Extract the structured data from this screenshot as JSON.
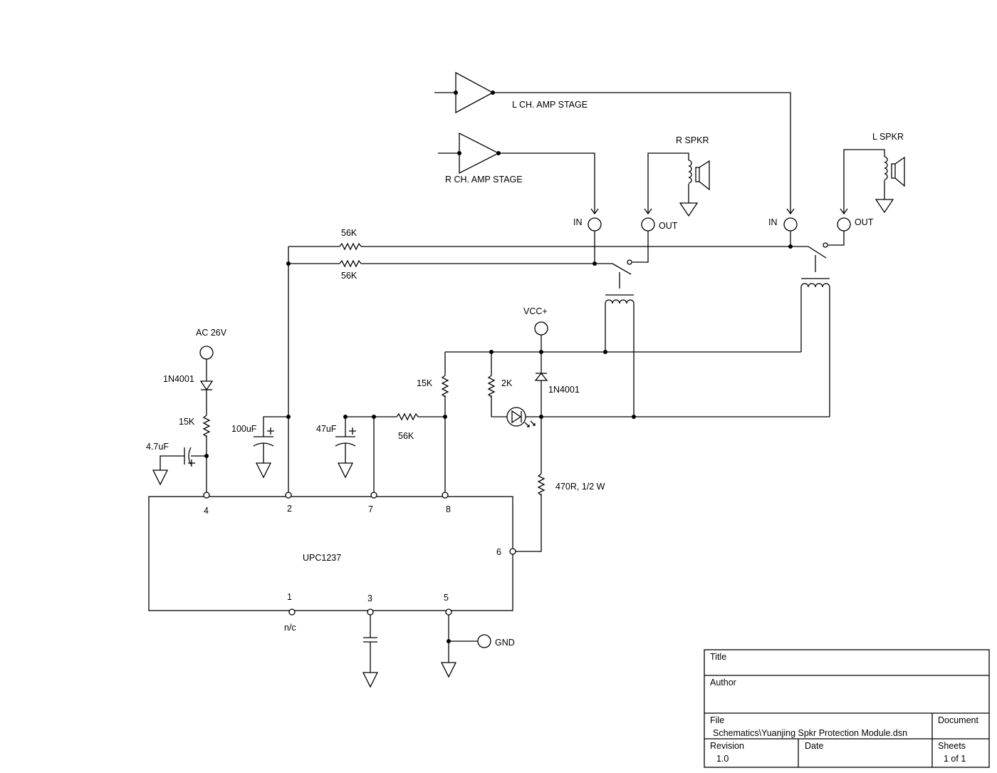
{
  "labels": {
    "l_amp_stage": "L CH. AMP STAGE",
    "r_amp_stage": "R CH. AMP STAGE",
    "r_spkr": "R SPKR",
    "l_spkr": "L SPKR",
    "r_in": "IN",
    "r_out": "OUT",
    "l_in": "IN",
    "l_out": "OUT",
    "vcc": "VCC+",
    "ac": "AC 26V",
    "gnd": "GND"
  },
  "components": {
    "r_56k_top": "56K",
    "r_56k_bottom": "56K",
    "d1": "1N4001",
    "r_15k_left": "15K",
    "c_4_7uf": "4.7uF",
    "c_100uf": "100uF",
    "c_47uf": "47uF",
    "r_56k_mid": "56K",
    "r_15k_mid": "15K",
    "r_2k": "2K",
    "d2": "1N4001",
    "r_470r": "470R, 1/2 W"
  },
  "ic": {
    "name": "UPC1237",
    "pins": {
      "p1": "1",
      "p2": "2",
      "p3": "3",
      "p4": "4",
      "p5": "5",
      "p6": "6",
      "p7": "7",
      "p8": "8"
    },
    "nc": "n/c"
  },
  "title_block": {
    "title_label": "Title",
    "title_value": "",
    "author_label": "Author",
    "author_value": "",
    "file_label": "File",
    "file_value": "Schematics\\Yuanjing Spkr Protection Module.dsn",
    "document_label": "Document",
    "revision_label": "Revision",
    "revision_value": "1.0",
    "date_label": "Date",
    "date_value": "",
    "sheets_label": "Sheets",
    "sheets_value": "1 of 1"
  }
}
